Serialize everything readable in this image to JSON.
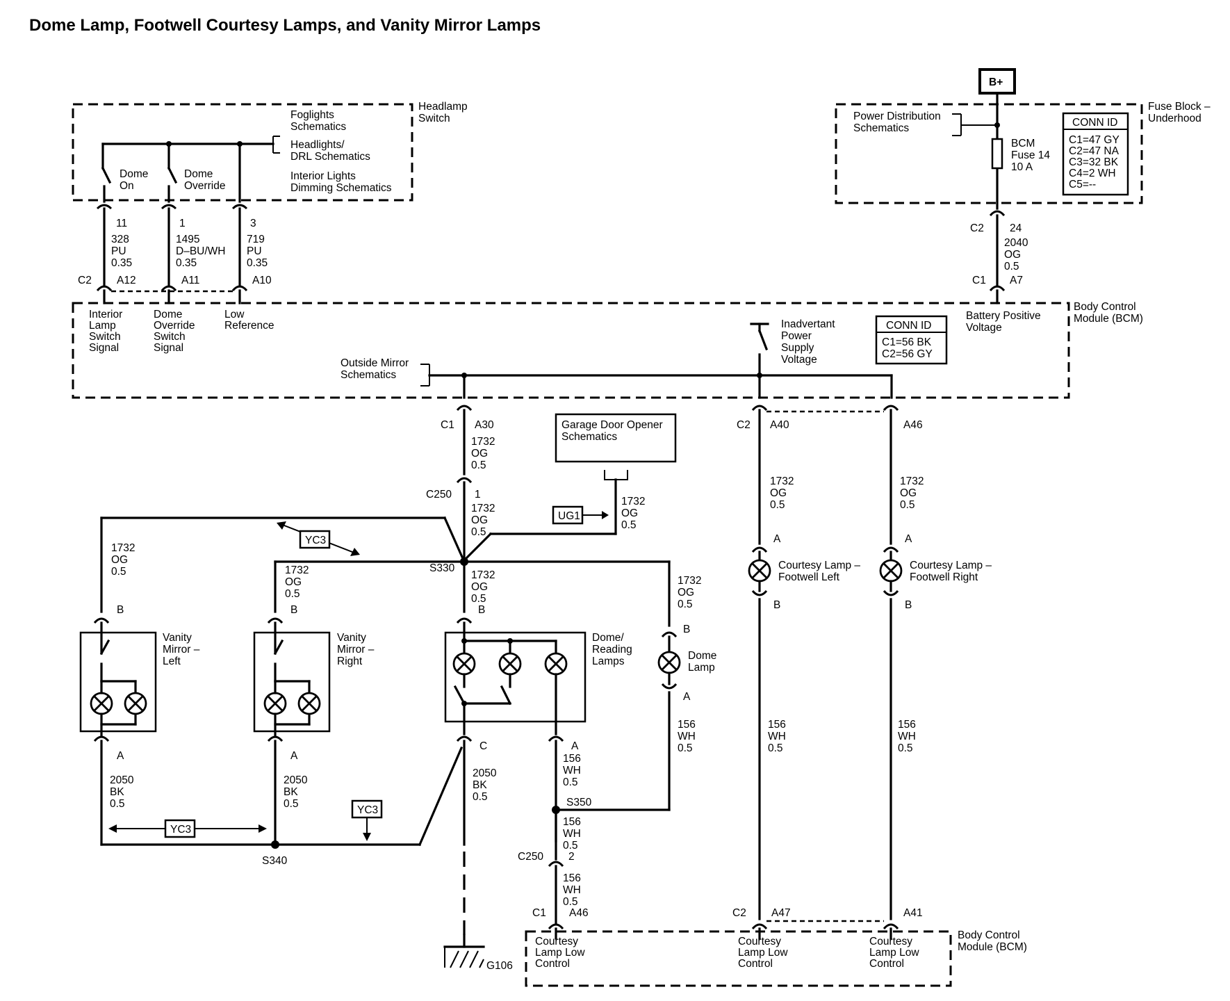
{
  "title": "Dome Lamp, Footwell Courtesy Lamps, and Vanity Mirror Lamps",
  "power": {
    "source": "B+",
    "fuse_block_label": [
      "Fuse Block –",
      "Underhood"
    ],
    "pds_label": [
      "Power Distribution",
      "Schematics"
    ],
    "fuse_label": [
      "BCM",
      "Fuse 14",
      "10 A"
    ],
    "conn_title": "CONN ID",
    "conn_ids": [
      "C1=47 GY",
      "C2=47 NA",
      "C3=32 BK",
      "C4=2 WH",
      "C5=--"
    ],
    "out_conn": "C2",
    "out_pin": "24",
    "wire": [
      "2040",
      "OG",
      "0.5"
    ],
    "bcm_conn": "C1",
    "bcm_pin": "A7"
  },
  "headlamp_switch": {
    "label": [
      "Headlamp",
      "Switch"
    ],
    "refs": [
      "Foglights",
      "Schematics",
      "Headlights/",
      "DRL Schematics",
      "Interior Lights",
      "Dimming Schematics"
    ],
    "switches": [
      {
        "label": [
          "Dome",
          "On"
        ],
        "pin": "11",
        "wire": [
          "328",
          "PU",
          "0.35"
        ],
        "bcm_pin": "A12"
      },
      {
        "label": [
          "Dome",
          "Override"
        ],
        "pin": "1",
        "wire": [
          "1495",
          "D–BU/WH",
          "0.35"
        ],
        "bcm_pin": "A11"
      },
      {
        "label": [],
        "pin": "3",
        "wire": [
          "719",
          "PU",
          "0.35"
        ],
        "bcm_pin": "A10"
      }
    ],
    "bcm_conn": "C2"
  },
  "bcm_top": {
    "label": [
      "Body Control",
      "Module (BCM)"
    ],
    "conn_title": "CONN ID",
    "conn_ids": [
      "C1=56 BK",
      "C2=56 GY"
    ],
    "inputs": [
      [
        "Interior",
        "Lamp",
        "Switch",
        "Signal"
      ],
      [
        "Dome",
        "Override",
        "Switch",
        "Signal"
      ],
      [
        "Low",
        "Reference"
      ]
    ],
    "battery": [
      "Battery Positive",
      "Voltage"
    ],
    "inadvertant": [
      "Inadvertant",
      "Power",
      "Supply",
      "Voltage"
    ],
    "outside_mirror": [
      "Outside Mirror",
      "Schematics"
    ]
  },
  "outputs": {
    "a30": {
      "conn": "C1",
      "pin": "A30",
      "wire": [
        "1732",
        "OG",
        "0.5"
      ]
    },
    "c250": {
      "conn": "C250",
      "pin": "1",
      "wire": [
        "1732",
        "OG",
        "0.5"
      ]
    },
    "a40": {
      "conn": "C2",
      "pin": "A40",
      "wire": [
        "1732",
        "OG",
        "0.5"
      ]
    },
    "a46": {
      "pin": "A46",
      "wire": [
        "1732",
        "OG",
        "0.5"
      ]
    }
  },
  "garage": {
    "label": [
      "Garage Door Opener",
      "Schematics"
    ],
    "wire": [
      "1732",
      "OG",
      "0.5"
    ],
    "ug": "UG1"
  },
  "splices": {
    "s330": "S330",
    "s340": "S340",
    "s350": "S350",
    "yc3": "YC3"
  },
  "vanity_left": {
    "label": [
      "Vanity",
      "Mirror –",
      "Left"
    ],
    "wire_top": [
      "1732",
      "OG",
      "0.5"
    ],
    "pin_top": "B",
    "pin_bot": "A",
    "wire_bot": [
      "2050",
      "BK",
      "0.5"
    ]
  },
  "vanity_right": {
    "label": [
      "Vanity",
      "Mirror –",
      "Right"
    ],
    "wire_top": [
      "1732",
      "OG",
      "0.5"
    ],
    "pin_top": "B",
    "pin_bot": "A",
    "wire_bot": [
      "2050",
      "BK",
      "0.5"
    ]
  },
  "dome_reading": {
    "label": [
      "Dome/",
      "Reading",
      "Lamps"
    ],
    "wire_top": [
      "1732",
      "OG",
      "0.5"
    ],
    "pin_top": "B",
    "pin_c": "C",
    "wire_c": [
      "2050",
      "BK",
      "0.5"
    ],
    "pin_a": "A",
    "wire_a": [
      "156",
      "WH",
      "0.5"
    ]
  },
  "dome_lamp": {
    "label": [
      "Dome",
      "Lamp"
    ],
    "wire_top": [
      "1732",
      "OG",
      "0.5"
    ],
    "pin_top": "B",
    "pin_bot": "A",
    "wire_bot": [
      "156",
      "WH",
      "0.5"
    ]
  },
  "s350_out": {
    "wire1": [
      "156",
      "WH",
      "0.5"
    ],
    "c250": "C250",
    "pin": "2",
    "wire2": [
      "156",
      "WH",
      "0.5"
    ],
    "conn": "C1",
    "bcm_pin": "A46"
  },
  "ground": "G106",
  "courtesy_left": {
    "label": [
      "Courtesy Lamp –",
      "Footwell Left"
    ],
    "pin_top": "A",
    "pin_bot": "B",
    "wire_bot": [
      "156",
      "WH",
      "0.5"
    ],
    "conn": "C2",
    "bcm_pin": "A47"
  },
  "courtesy_right": {
    "label": [
      "Courtesy Lamp –",
      "Footwell Right"
    ],
    "pin_top": "A",
    "pin_bot": "B",
    "wire_bot": [
      "156",
      "WH",
      "0.5"
    ],
    "bcm_pin": "A41"
  },
  "bcm_bottom": {
    "label": [
      "Body Control",
      "Module (BCM)"
    ],
    "controls": [
      [
        "Courtesy",
        "Lamp Low",
        "Control"
      ],
      [
        "Courtesy",
        "Lamp Low",
        "Control"
      ],
      [
        "Courtesy",
        "Lamp Low",
        "Control"
      ]
    ]
  }
}
